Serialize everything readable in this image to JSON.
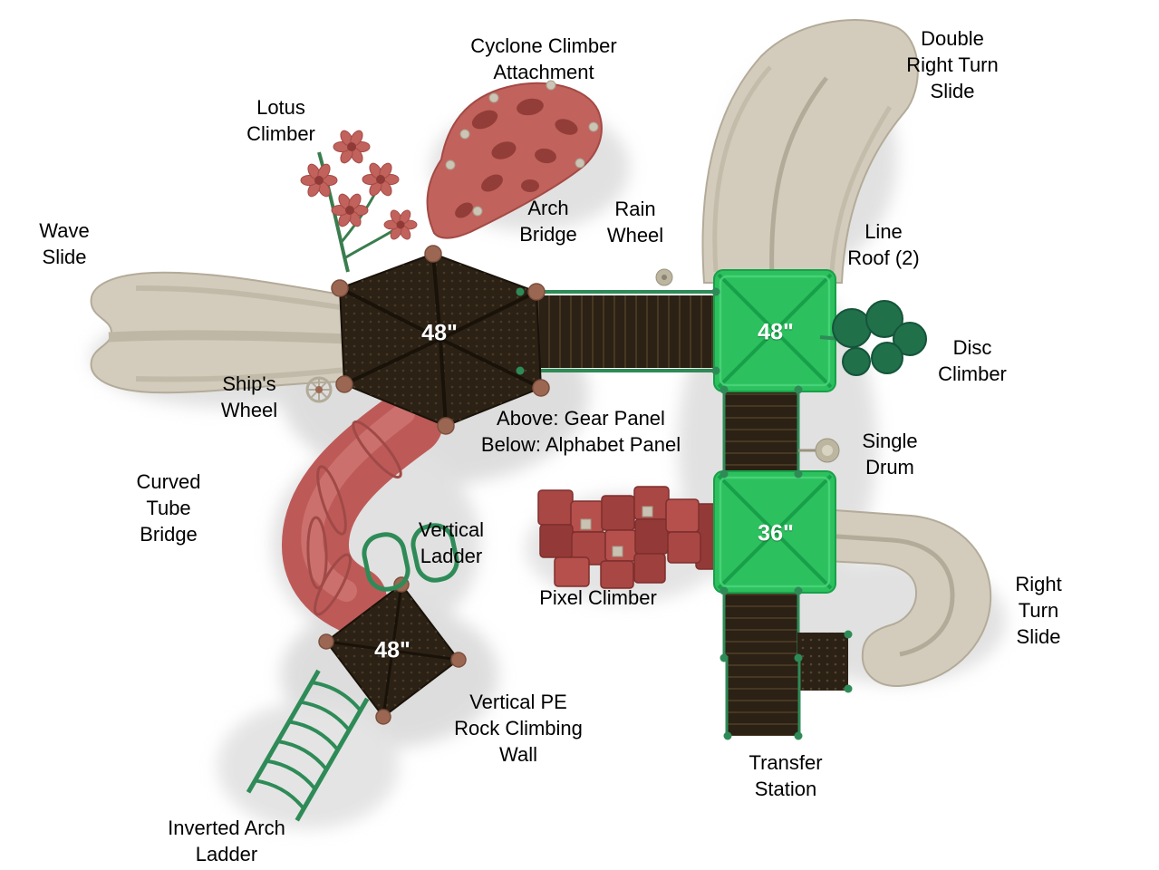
{
  "diagram_title": "Playground structure top view",
  "palette": {
    "background": "#ffffff",
    "slide_beige": "#d3ccbc",
    "slide_edge": "#b3ab99",
    "roof_dark_brown": "#2c2115",
    "roof_green": "#2cc05e",
    "roof_green_line": "#17a049",
    "red_coral": "#bd5a58",
    "red_block": "#a84744",
    "green_rail": "#2e8b57",
    "disc_green": "#20704a",
    "label_text": "#000000",
    "badge_text": "#ffffff"
  },
  "labels": [
    {
      "id": "cyclone-climber",
      "text": "Cyclone Climber\nAttachment"
    },
    {
      "id": "double-right-turn-slide",
      "text": "Double\nRight Turn\nSlide"
    },
    {
      "id": "lotus-climber",
      "text": "Lotus\nClimber"
    },
    {
      "id": "wave-slide",
      "text": "Wave\nSlide"
    },
    {
      "id": "arch-bridge",
      "text": "Arch\nBridge"
    },
    {
      "id": "rain-wheel",
      "text": "Rain\nWheel"
    },
    {
      "id": "line-roof",
      "text": "Line\nRoof (2)"
    },
    {
      "id": "disc-climber",
      "text": "Disc\nClimber"
    },
    {
      "id": "ships-wheel",
      "text": "Ship's\nWheel"
    },
    {
      "id": "panels",
      "text": "Above: Gear Panel\nBelow: Alphabet Panel"
    },
    {
      "id": "single-drum",
      "text": "Single\nDrum"
    },
    {
      "id": "curved-tube-bridge",
      "text": "Curved\nTube\nBridge"
    },
    {
      "id": "vertical-ladder",
      "text": "Vertical\nLadder"
    },
    {
      "id": "pixel-climber",
      "text": "Pixel Climber"
    },
    {
      "id": "right-turn-slide",
      "text": "Right\nTurn\nSlide"
    },
    {
      "id": "rock-climbing-wall",
      "text": "Vertical PE\nRock Climbing\nWall"
    },
    {
      "id": "transfer-station",
      "text": "Transfer\nStation"
    },
    {
      "id": "inverted-arch-ladder",
      "text": "Inverted Arch\nLadder"
    }
  ],
  "badges": [
    {
      "id": "hex-roof-size",
      "text": "48\""
    },
    {
      "id": "green-roof-1-size",
      "text": "48\""
    },
    {
      "id": "green-roof-2-size",
      "text": "36\""
    },
    {
      "id": "small-roof-size",
      "text": "48\""
    }
  ]
}
